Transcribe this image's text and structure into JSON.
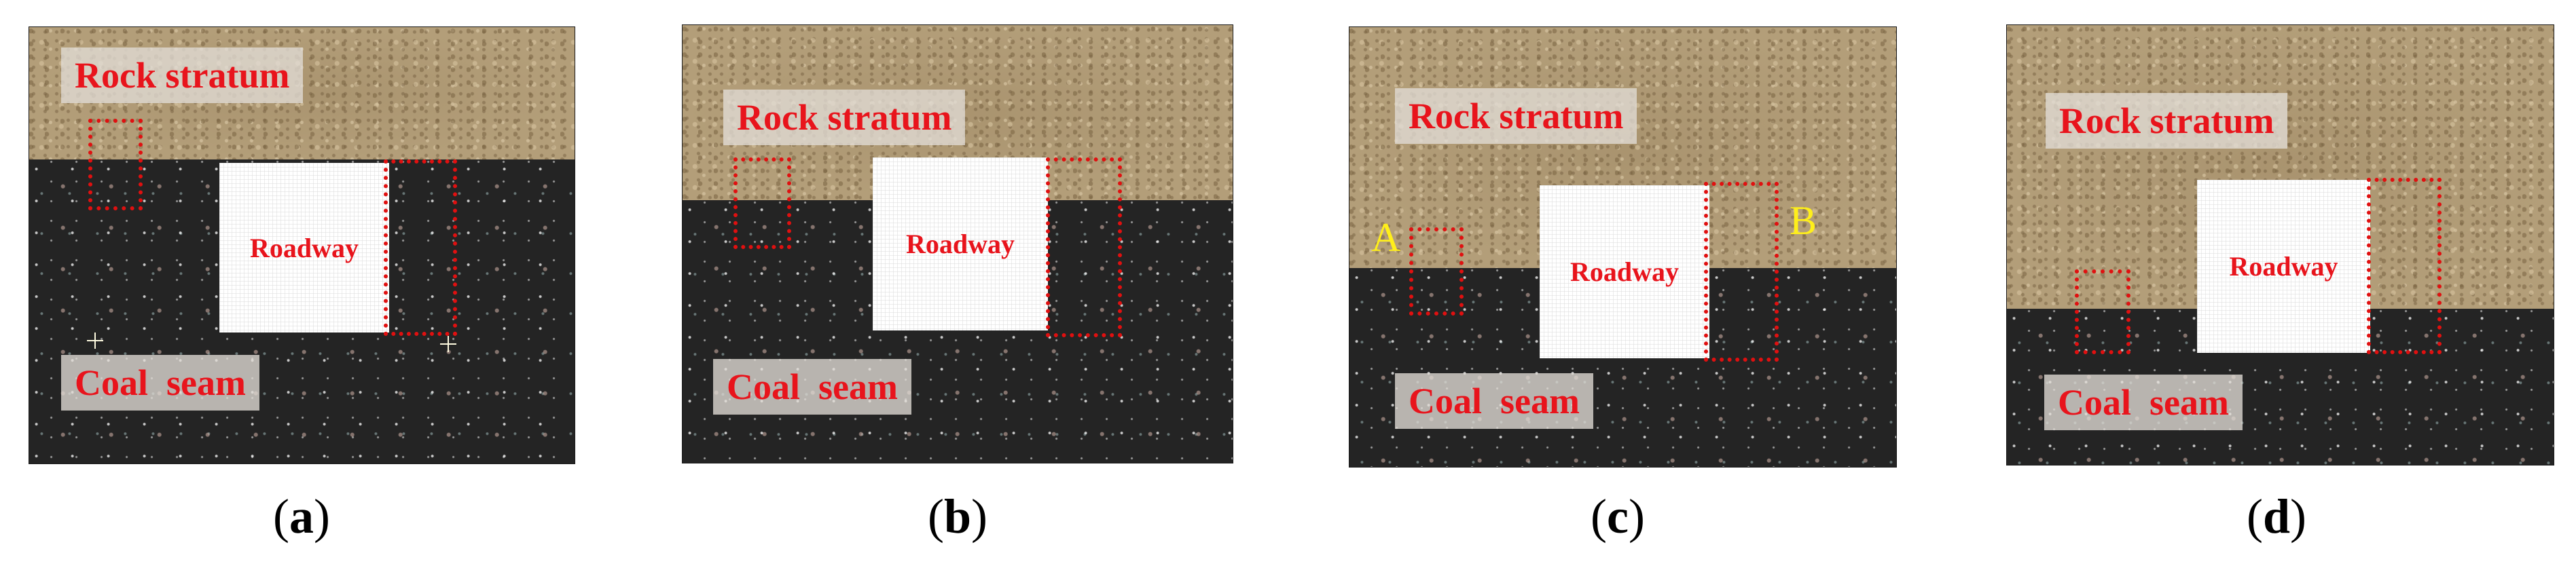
{
  "labels": {
    "rock": "Rock stratum",
    "coal": "Coal  seam",
    "roadway": "Roadway"
  },
  "markers": {
    "a": "A",
    "b": "B"
  },
  "captions": [
    "a",
    "b",
    "c",
    "d"
  ],
  "colors": {
    "label_text": "#e8141c",
    "dotted_box": "#e01010",
    "marker": "#ffef1a",
    "rock": "#b39e79",
    "coal": "#242424",
    "roadway": "#ffffff"
  }
}
